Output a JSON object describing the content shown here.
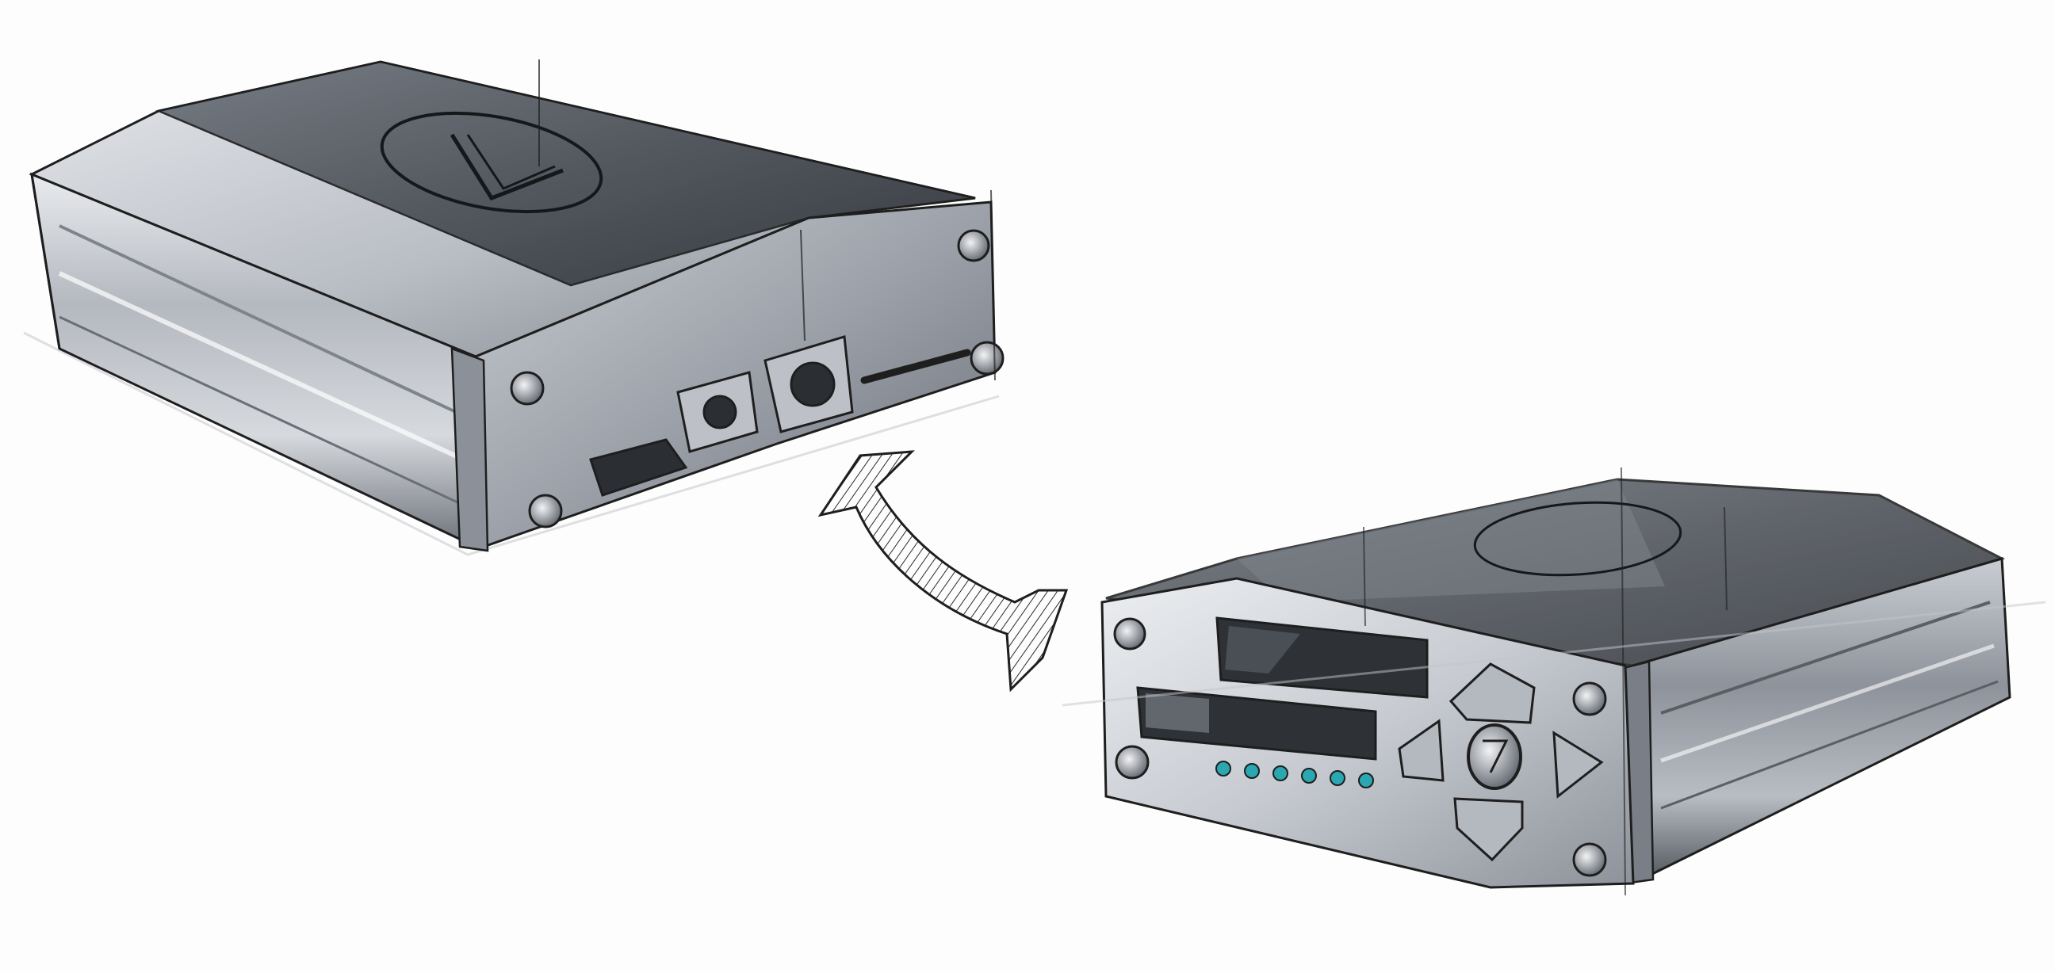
{
  "scene": {
    "subject": "two-device-enclosure-sketch",
    "colors": {
      "paper": "#fdfdfd",
      "ink": "#1e1e1e",
      "metal_light": "#d9dbe0",
      "metal_mid": "#a9adb5",
      "metal_dark": "#5e636b",
      "glass_dark": "#3c4147",
      "led": "#2aa7b0",
      "arrow_hatch": "#2a2a2a"
    },
    "devices": [
      {
        "name": "rear-view-device",
        "connectors": [
          "hdmi-port",
          "small-round-jack",
          "large-round-jack",
          "slot"
        ]
      },
      {
        "name": "front-view-device",
        "controls": [
          "upper-display",
          "lower-display",
          "led-row",
          "dpad-up",
          "dpad-down",
          "dpad-left",
          "dpad-right",
          "center-knob"
        ]
      }
    ],
    "led_count": 6
  }
}
